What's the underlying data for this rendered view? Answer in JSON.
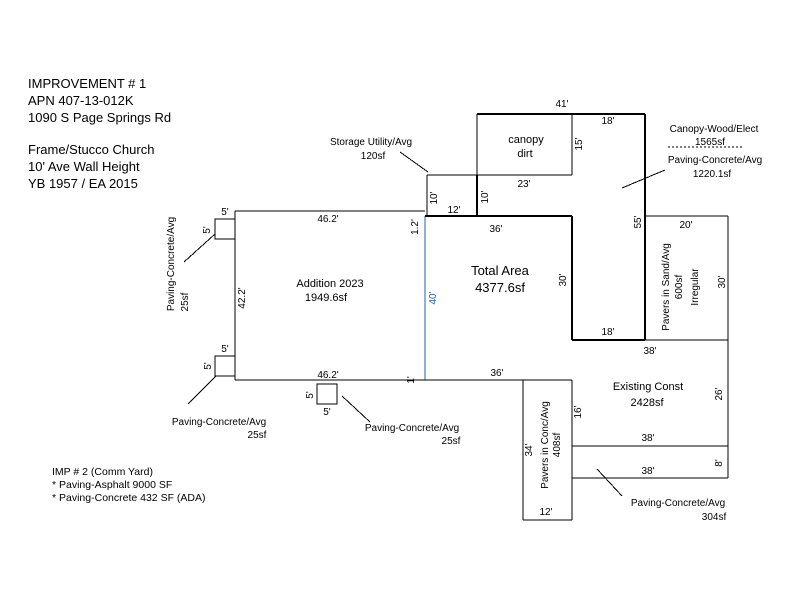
{
  "header": {
    "improvement": "IMPROVEMENT # 1",
    "apn": "APN 407-13-012K",
    "address": "1090 S Page Springs Rd",
    "construction": "Frame/Stucco Church",
    "wall_height": "10' Ave Wall Height",
    "year": "YB 1957 / EA 2015"
  },
  "notes": {
    "title": "IMP # 2 (Comm Yard)",
    "line1": "* Paving-Asphalt 9000 SF",
    "line2": "* Paving-Concrete 432 SF (ADA)"
  },
  "areas": {
    "addition_name": "Addition 2023",
    "addition_sf": "1949.6sf",
    "total_name": "Total Area",
    "total_sf": "4377.6sf",
    "existing_name": "Existing Const",
    "existing_sf": "2428sf",
    "canopy_name": "canopy",
    "canopy_sub": "dirt",
    "pavers_sand_name": "Pavers in Sand/Avg",
    "pavers_sand_sf": "600sf",
    "pavers_sand_shape": "Irregular",
    "pavers_conc_name": "Pavers in Conc/Avg",
    "pavers_conc_sf": "408sf"
  },
  "callouts": {
    "storage_name": "Storage Utility/Avg",
    "storage_sf": "120sf",
    "canopy_wood_name": "Canopy-Wood/Elect",
    "canopy_wood_sf": "1565sf",
    "paving_upper_name": "Paving-Concrete/Avg",
    "paving_upper_sf": "1220.1sf",
    "paving_left_name": "Paving-Concrete/Avg",
    "paving_left_sf": "25sf",
    "paving_bl_name": "Paving-Concrete/Avg",
    "paving_bl_sf": "25sf",
    "paving_bm_name": "Paving-Concrete/Avg",
    "paving_bm_sf": "25sf",
    "paving_br_name": "Paving-Concrete/Avg",
    "paving_br_sf": "304sf"
  },
  "dimensions": {
    "add_top": "46.2'",
    "add_bottom": "46.2'",
    "add_left": "42.2'",
    "add_right": "40'",
    "jog_top": "1.2'",
    "jog_bottom": "1'",
    "mid_top": "36'",
    "mid_bottom": "36'",
    "mid_right": "30'",
    "mid_18": "18'",
    "right_38": "38'",
    "right_55": "55'",
    "sand_top": "20'",
    "sand_right": "30'",
    "top_41": "41'",
    "top_18": "18'",
    "top_15": "15'",
    "top_23": "23'",
    "stor_10a": "10'",
    "stor_10b": "10'",
    "stor_12": "12'",
    "exist_26": "26'",
    "exist_16": "16'",
    "exist_38": "38'",
    "low_38": "38'",
    "low_8": "8'",
    "low_34": "34'",
    "low_12": "12'",
    "pad_5a": "5'",
    "pad_5b": "5'",
    "pad_5c": "5'",
    "pad_5d": "5'",
    "pad_5e": "5'",
    "pad_5f": "5'"
  }
}
